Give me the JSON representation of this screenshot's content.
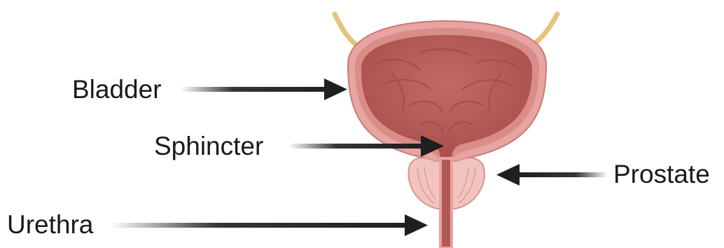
{
  "labels": {
    "bladder": "Bladder",
    "sphincter": "Sphincter",
    "prostate": "Prostate",
    "urethra": "Urethra"
  },
  "colors": {
    "bladder_wall": "#e8a4a0",
    "bladder_wall_inner": "#d98d88",
    "bladder_lumen": "#b85b58",
    "bladder_fold": "#9f4545",
    "prostate": "#f2c4c0",
    "prostate_lobe_line": "#d89591",
    "urethra": "#b25855",
    "ureter": "#e7c27d",
    "arrow": "#1f1f1f",
    "text": "#1a1a1a"
  }
}
